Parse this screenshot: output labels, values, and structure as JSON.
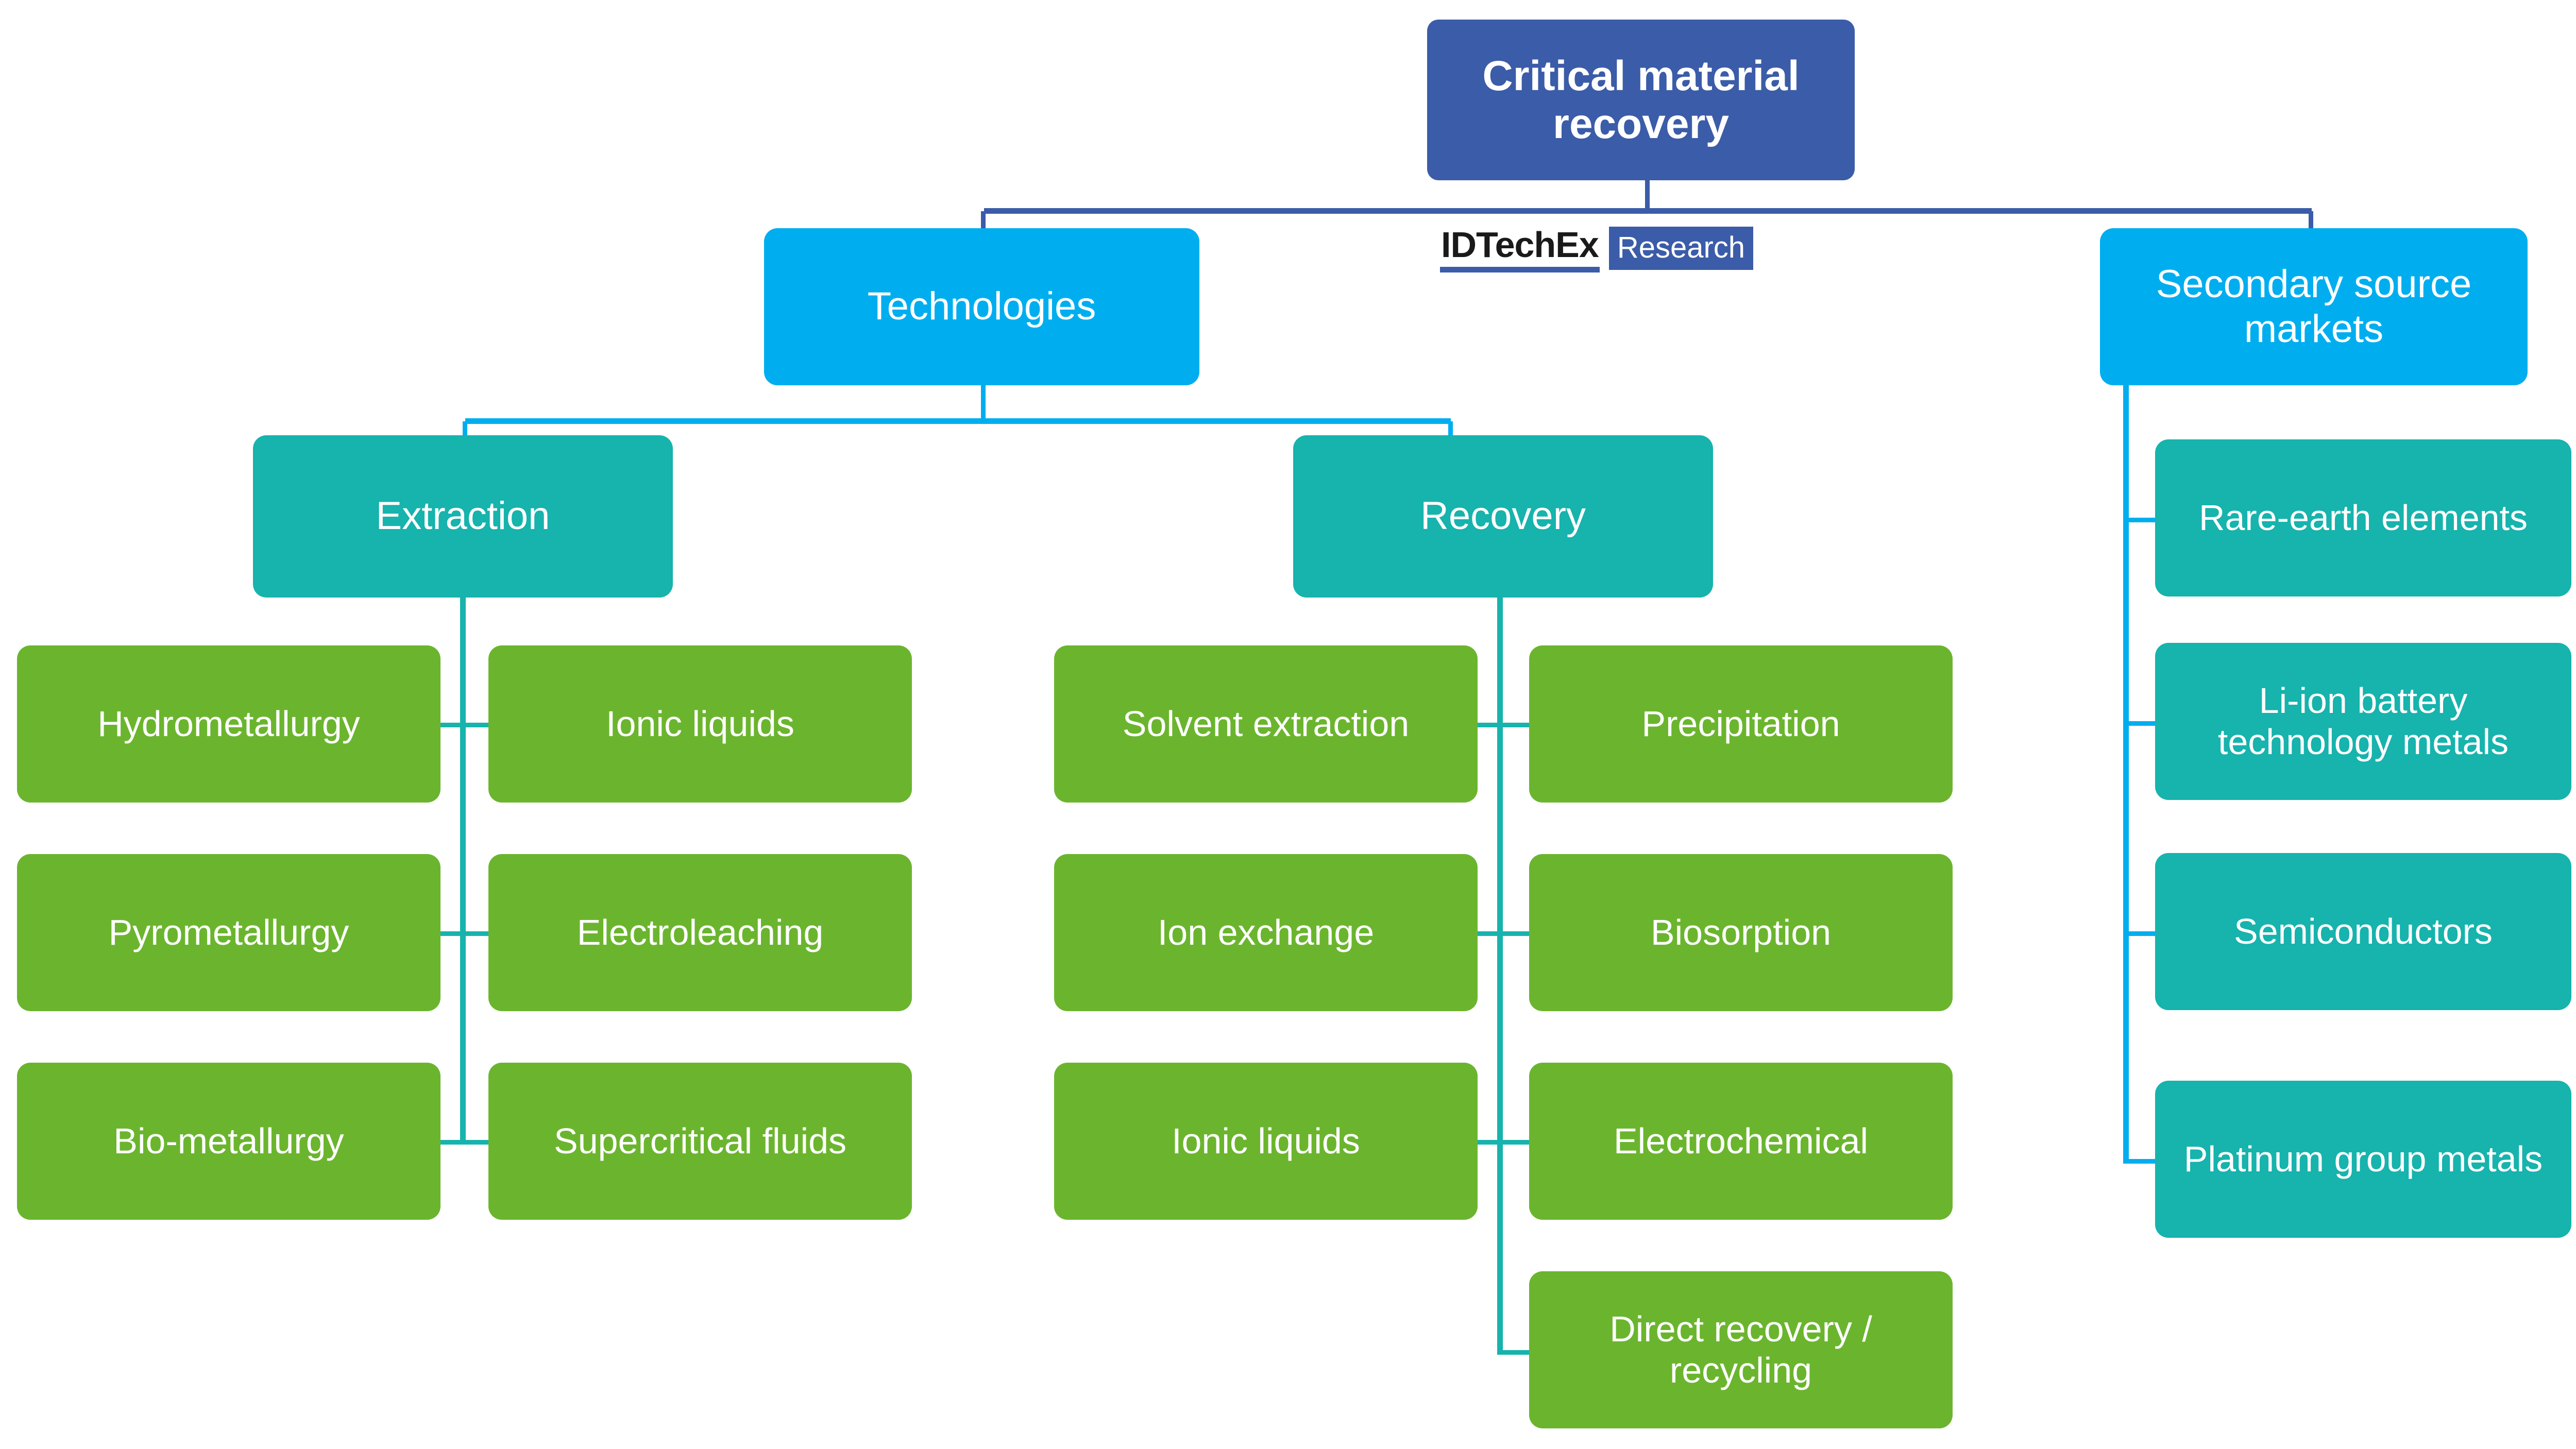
{
  "title": "Critical material recovery",
  "colors": {
    "root": "#3B5CA8",
    "level1": "#00AEEF",
    "level2": "#17B3AD",
    "leaf": "#6BB52E",
    "market": "#17B3AD",
    "background": "#FFFFFF",
    "text": "#FFFFFF"
  },
  "logo": {
    "wordmark": "IDTechEx",
    "badge": "Research"
  },
  "tree": {
    "root": {
      "label": "Critical material recovery"
    },
    "branches": [
      {
        "label": "Technologies",
        "children": [
          {
            "label": "Extraction",
            "leaves_left": [
              {
                "label": "Hydrometallurgy"
              },
              {
                "label": "Pyrometallurgy"
              },
              {
                "label": "Bio-metallurgy"
              }
            ],
            "leaves_right": [
              {
                "label": "Ionic liquids"
              },
              {
                "label": "Electroleaching"
              },
              {
                "label": "Supercritical fluids"
              }
            ]
          },
          {
            "label": "Recovery",
            "leaves_left": [
              {
                "label": "Solvent extraction"
              },
              {
                "label": "Ion exchange"
              },
              {
                "label": "Ionic liquids"
              }
            ],
            "leaves_right": [
              {
                "label": "Precipitation"
              },
              {
                "label": "Biosorption"
              },
              {
                "label": "Electrochemical"
              },
              {
                "label": "Direct recovery / recycling"
              }
            ]
          }
        ]
      },
      {
        "label": "Secondary source markets",
        "markets": [
          {
            "label": "Rare-earth elements"
          },
          {
            "label": "Li-ion battery technology metals"
          },
          {
            "label": "Semiconductors"
          },
          {
            "label": "Platinum group metals"
          }
        ]
      }
    ]
  }
}
